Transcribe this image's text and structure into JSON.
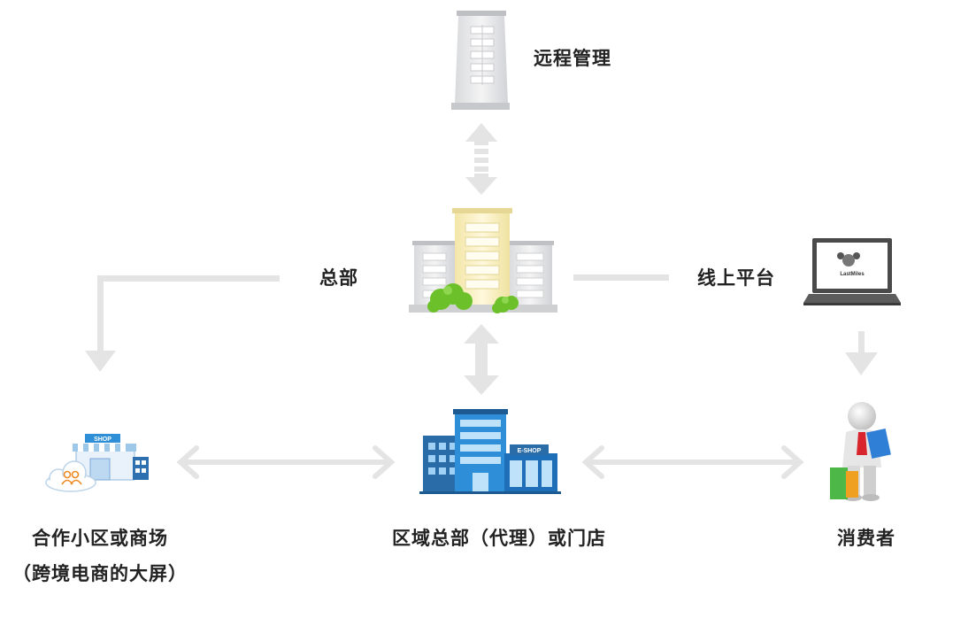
{
  "nodes": {
    "remote": {
      "label": "远程管理"
    },
    "hq": {
      "label": "总部"
    },
    "online": {
      "label": "线上平台",
      "screen_logo": "LastMiles"
    },
    "community": {
      "label_line1": "合作小区或商场",
      "label_line2": "（跨境电商的大屏）",
      "sign": "SHOP"
    },
    "regional": {
      "label": "区域总部（代理）或门店",
      "sign": "E-SHOP"
    },
    "consumer": {
      "label": "消费者"
    }
  },
  "colors": {
    "arrow": "#e4e4e4",
    "building_gray": "#e2e3e5",
    "building_yellow": "#fbf2c8",
    "building_blue": "#2e8fd8",
    "bush": "#6cc12a",
    "consumer_bag_green": "#4db848",
    "consumer_bag_blue": "#2f7fd6",
    "consumer_bag_orange": "#f0a020"
  }
}
